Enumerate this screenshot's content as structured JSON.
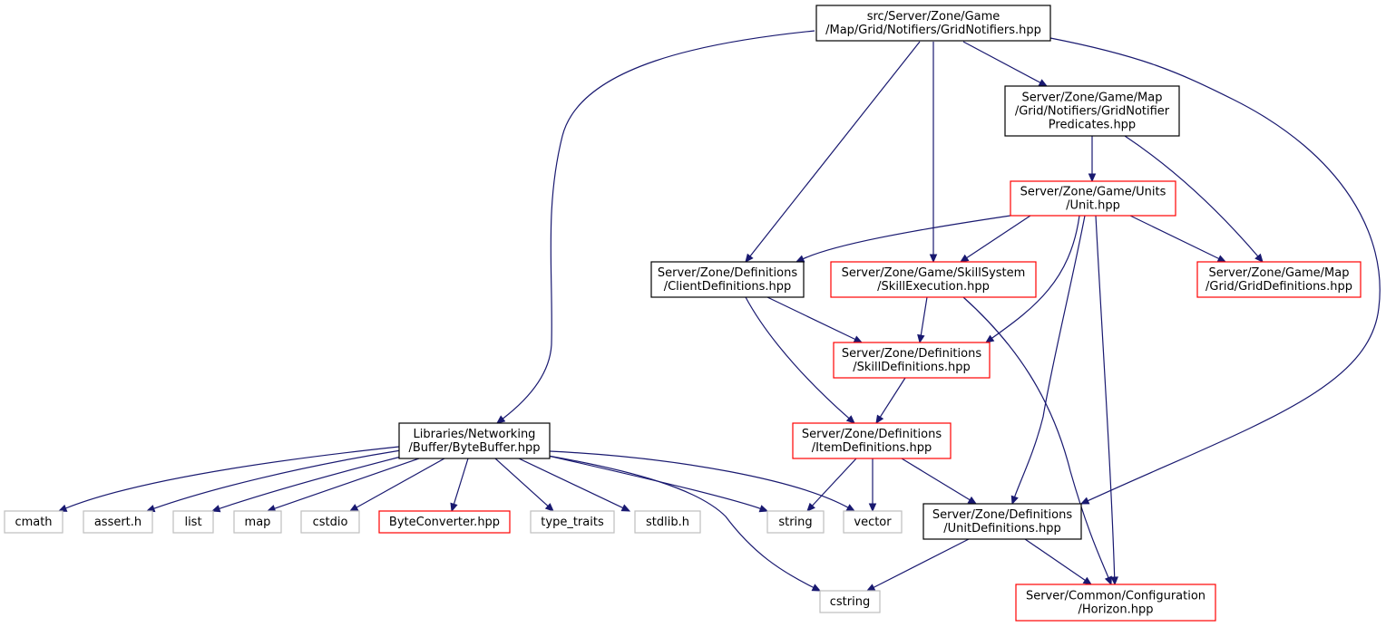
{
  "colors": {
    "edge": "#191970",
    "border_documented": "#000000",
    "border_truncated": "#ff0000",
    "border_external": "#bfbfbf",
    "root_fill": "#bfbfbf",
    "node_fill": "#ffffff"
  },
  "nodes": [
    {
      "id": "gridnotifiers",
      "kind": "root",
      "lines": [
        "src/Server/Zone/Game",
        "/Map/Grid/Notifiers/GridNotifiers.hpp"
      ]
    },
    {
      "id": "gridnotifierpredicates",
      "kind": "documented",
      "lines": [
        "Server/Zone/Game/Map",
        "/Grid/Notifiers/GridNotifier",
        "Predicates.hpp"
      ]
    },
    {
      "id": "unit",
      "kind": "truncated",
      "lines": [
        "Server/Zone/Game/Units",
        "/Unit.hpp"
      ]
    },
    {
      "id": "clientdefinitions",
      "kind": "documented",
      "lines": [
        "Server/Zone/Definitions",
        "/ClientDefinitions.hpp"
      ]
    },
    {
      "id": "skillexecution",
      "kind": "truncated",
      "lines": [
        "Server/Zone/Game/SkillSystem",
        "/SkillExecution.hpp"
      ]
    },
    {
      "id": "griddefinitions",
      "kind": "truncated",
      "lines": [
        "Server/Zone/Game/Map",
        "/Grid/GridDefinitions.hpp"
      ]
    },
    {
      "id": "skilldefinitions",
      "kind": "truncated",
      "lines": [
        "Server/Zone/Definitions",
        "/SkillDefinitions.hpp"
      ]
    },
    {
      "id": "itemdefinitions",
      "kind": "truncated",
      "lines": [
        "Server/Zone/Definitions",
        "/ItemDefinitions.hpp"
      ]
    },
    {
      "id": "bytebuffer",
      "kind": "documented",
      "lines": [
        "Libraries/Networking",
        "/Buffer/ByteBuffer.hpp"
      ]
    },
    {
      "id": "unitdefinitions",
      "kind": "documented",
      "lines": [
        "Server/Zone/Definitions",
        "/UnitDefinitions.hpp"
      ]
    },
    {
      "id": "horizon",
      "kind": "truncated",
      "lines": [
        "Server/Common/Configuration",
        "/Horizon.hpp"
      ]
    },
    {
      "id": "cmath",
      "kind": "external",
      "lines": [
        "cmath"
      ]
    },
    {
      "id": "assert",
      "kind": "external",
      "lines": [
        "assert.h"
      ]
    },
    {
      "id": "list",
      "kind": "external",
      "lines": [
        "list"
      ]
    },
    {
      "id": "map",
      "kind": "external",
      "lines": [
        "map"
      ]
    },
    {
      "id": "cstdio",
      "kind": "external",
      "lines": [
        "cstdio"
      ]
    },
    {
      "id": "byteconverter",
      "kind": "truncated",
      "lines": [
        "ByteConverter.hpp"
      ]
    },
    {
      "id": "type_traits",
      "kind": "external",
      "lines": [
        "type_traits"
      ]
    },
    {
      "id": "stdlib",
      "kind": "external",
      "lines": [
        "stdlib.h"
      ]
    },
    {
      "id": "string",
      "kind": "external",
      "lines": [
        "string"
      ]
    },
    {
      "id": "vector",
      "kind": "external",
      "lines": [
        "vector"
      ]
    },
    {
      "id": "cstring",
      "kind": "external",
      "lines": [
        "cstring"
      ]
    }
  ],
  "edges": [
    {
      "from": "gridnotifiers",
      "to": "bytebuffer"
    },
    {
      "from": "gridnotifiers",
      "to": "clientdefinitions"
    },
    {
      "from": "gridnotifiers",
      "to": "skillexecution"
    },
    {
      "from": "gridnotifiers",
      "to": "gridnotifierpredicates"
    },
    {
      "from": "gridnotifiers",
      "to": "unitdefinitions"
    },
    {
      "from": "gridnotifierpredicates",
      "to": "unit"
    },
    {
      "from": "gridnotifierpredicates",
      "to": "griddefinitions"
    },
    {
      "from": "unit",
      "to": "clientdefinitions"
    },
    {
      "from": "unit",
      "to": "skillexecution"
    },
    {
      "from": "unit",
      "to": "griddefinitions"
    },
    {
      "from": "unit",
      "to": "skilldefinitions"
    },
    {
      "from": "unit",
      "to": "unitdefinitions"
    },
    {
      "from": "unit",
      "to": "horizon"
    },
    {
      "from": "clientdefinitions",
      "to": "skilldefinitions"
    },
    {
      "from": "clientdefinitions",
      "to": "itemdefinitions"
    },
    {
      "from": "skillexecution",
      "to": "skilldefinitions"
    },
    {
      "from": "skillexecution",
      "to": "horizon"
    },
    {
      "from": "skilldefinitions",
      "to": "itemdefinitions"
    },
    {
      "from": "itemdefinitions",
      "to": "string"
    },
    {
      "from": "itemdefinitions",
      "to": "vector"
    },
    {
      "from": "itemdefinitions",
      "to": "unitdefinitions"
    },
    {
      "from": "unitdefinitions",
      "to": "cstring"
    },
    {
      "from": "unitdefinitions",
      "to": "horizon"
    },
    {
      "from": "bytebuffer",
      "to": "cmath"
    },
    {
      "from": "bytebuffer",
      "to": "assert"
    },
    {
      "from": "bytebuffer",
      "to": "list"
    },
    {
      "from": "bytebuffer",
      "to": "map"
    },
    {
      "from": "bytebuffer",
      "to": "cstdio"
    },
    {
      "from": "bytebuffer",
      "to": "byteconverter"
    },
    {
      "from": "bytebuffer",
      "to": "type_traits"
    },
    {
      "from": "bytebuffer",
      "to": "stdlib"
    },
    {
      "from": "bytebuffer",
      "to": "string"
    },
    {
      "from": "bytebuffer",
      "to": "vector"
    },
    {
      "from": "bytebuffer",
      "to": "cstring"
    }
  ]
}
